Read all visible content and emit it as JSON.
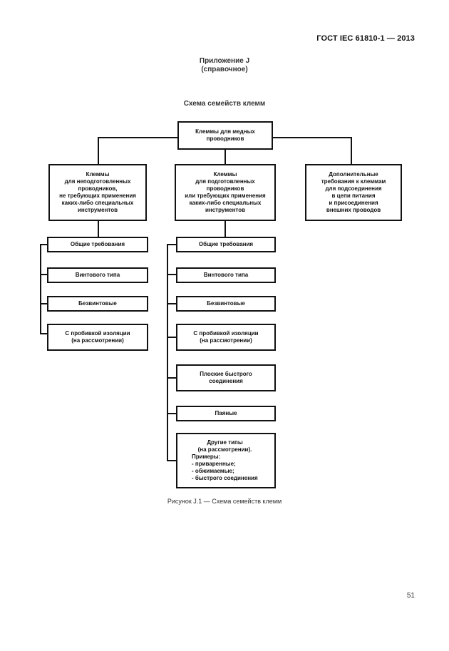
{
  "header": {
    "doc_code": "ГОСТ IEC 61810-1 — 2013"
  },
  "appendix": {
    "title": "Приложение J",
    "subtitle": "(справочное)"
  },
  "scheme_title": "Схема семейств клемм",
  "diagram": {
    "root": [
      "Клеммы для медных",
      "проводников"
    ],
    "branch_left": [
      "Клеммы",
      "для неподготовленных",
      "проводников,",
      "не требующих применения",
      "каких-либо специальных",
      "инструментов"
    ],
    "branch_middle": [
      "Клеммы",
      "для подготовленных",
      "проводников",
      "или требующих применения",
      "каких-либо специальных",
      "инструментов"
    ],
    "branch_right": [
      "Дополнительные",
      "требования к клеммам",
      "для подсоединения",
      "в цепи питания",
      "и присоединения",
      "внешних проводов"
    ],
    "left_items": [
      [
        "Общие требования"
      ],
      [
        "Винтового типа"
      ],
      [
        "Безвинтовые"
      ],
      [
        "С пробивкой изоляции",
        "(на рассмотрении)"
      ]
    ],
    "middle_items": [
      [
        "Общие требования"
      ],
      [
        "Винтового типа"
      ],
      [
        "Безвинтовые"
      ],
      [
        "С пробивкой изоляции",
        "(на рассмотрении)"
      ],
      [
        "Плоские быстрого",
        "соединения"
      ],
      [
        "Паяные"
      ]
    ],
    "middle_other": {
      "title": [
        "Другие типы",
        "(на рассмотрении)."
      ],
      "examples_label": "Примеры:",
      "examples": [
        "- приваренные;",
        "- обжимаемые;",
        "- быстрого соединения"
      ]
    }
  },
  "caption": "Рисунок J.1 — Схема семейств клемм",
  "page_number": "51"
}
